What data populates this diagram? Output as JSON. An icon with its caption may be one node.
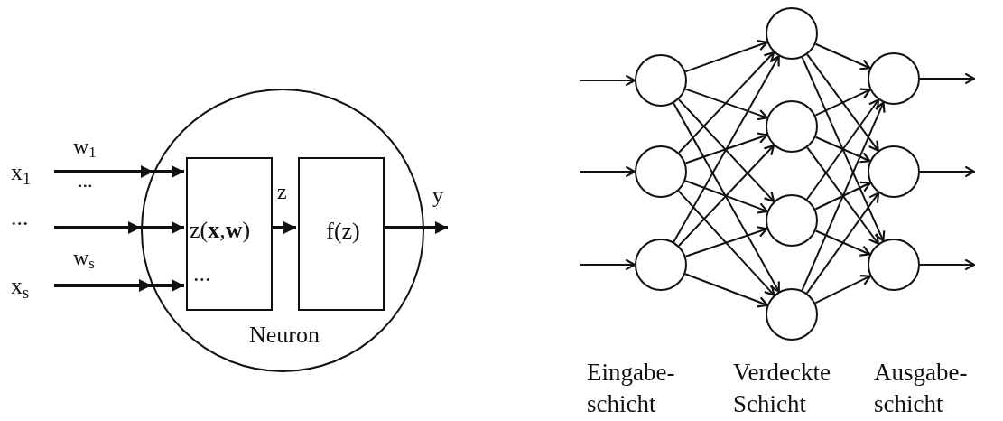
{
  "diagram": {
    "nodes": [
      {
        "text": [
          "Neuron"
        ]
      },
      {
        "text": [
          "z(**x**,**w**)",
          "..."
        ],
        "in": 0
      },
      {
        "text": [
          "f(z)"
        ],
        "in": 0
      },
      {
        "text": [
          "x$_{1}$"
        ]
      },
      {
        "text": [
          "..."
        ]
      },
      {
        "text": [
          "x$_{s}$"
        ]
      },
      {
        "text": [],
        "shape": "circle"
      },
      {
        "text": [],
        "shape": "circle"
      },
      {
        "text": [],
        "shape": "circle"
      },
      {
        "text": [],
        "shape": "circle"
      },
      {
        "text": [],
        "shape": "circle"
      },
      {
        "text": [],
        "shape": "circle"
      },
      {
        "text": [],
        "shape": "circle"
      },
      {
        "text": [],
        "shape": "circle"
      },
      {
        "text": [],
        "shape": "circle"
      },
      {
        "text": [],
        "shape": "circle"
      }
    ],
    "edges": [
      {
        "from": 3,
        "to": 1,
        "arrow": "to",
        "label": "w$_{1}$",
        "style": "thick"
      },
      {
        "from": 4,
        "to": 1,
        "arrow": "to",
        "style": "thick"
      },
      {
        "from": 5,
        "to": 1,
        "arrow": "to",
        "label": "w$_{s}$",
        "style": "thick"
      },
      {
        "from": 1,
        "to": 2,
        "arrow": "to",
        "label": "z",
        "style": "thick"
      },
      {
        "from": 2,
        "to": null,
        "arrow": "to",
        "label": "y",
        "style": "thick"
      },
      {
        "from": null,
        "to": 6,
        "arrow": "to"
      },
      {
        "from": null,
        "to": 7,
        "arrow": "to"
      },
      {
        "from": null,
        "to": 8,
        "arrow": "to"
      },
      {
        "from": 6,
        "to": 9,
        "arrow": "to"
      },
      {
        "from": 6,
        "to": 10,
        "arrow": "to"
      },
      {
        "from": 6,
        "to": 11,
        "arrow": "to"
      },
      {
        "from": 6,
        "to": 12,
        "arrow": "to"
      },
      {
        "from": 7,
        "to": 9,
        "arrow": "to"
      },
      {
        "from": 7,
        "to": 10,
        "arrow": "to"
      },
      {
        "from": 7,
        "to": 11,
        "arrow": "to"
      },
      {
        "from": 7,
        "to": 12,
        "arrow": "to"
      },
      {
        "from": 8,
        "to": 9,
        "arrow": "to"
      },
      {
        "from": 8,
        "to": 10,
        "arrow": "to"
      },
      {
        "from": 8,
        "to": 11,
        "arrow": "to"
      },
      {
        "from": 8,
        "to": 12,
        "arrow": "to"
      },
      {
        "from": 9,
        "to": 13,
        "arrow": "to"
      },
      {
        "from": 9,
        "to": 14,
        "arrow": "to"
      },
      {
        "from": 9,
        "to": 15,
        "arrow": "to"
      },
      {
        "from": 10,
        "to": 13,
        "arrow": "to"
      },
      {
        "from": 10,
        "to": 14,
        "arrow": "to"
      },
      {
        "from": 10,
        "to": 15,
        "arrow": "to"
      },
      {
        "from": 11,
        "to": 13,
        "arrow": "to"
      },
      {
        "from": 11,
        "to": 14,
        "arrow": "to"
      },
      {
        "from": 11,
        "to": 15,
        "arrow": "to"
      },
      {
        "from": 12,
        "to": 13,
        "arrow": "to"
      },
      {
        "from": 12,
        "to": 14,
        "arrow": "to"
      },
      {
        "from": 12,
        "to": 15,
        "arrow": "to"
      },
      {
        "from": 13,
        "to": null,
        "arrow": "to"
      },
      {
        "from": 14,
        "to": null,
        "arrow": "to"
      },
      {
        "from": 15,
        "to": null,
        "arrow": "to"
      }
    ],
    "labels": [
      "...",
      "Eingabe- schicht",
      "Verdeckte Schicht",
      "Ausgabe- schicht"
    ]
  }
}
